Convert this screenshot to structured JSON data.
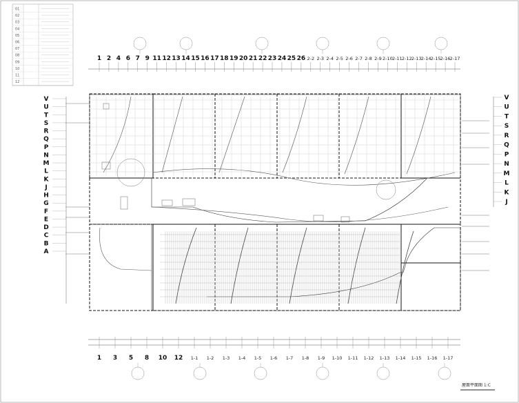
{
  "legend": {
    "codes": [
      "01",
      "02",
      "03",
      "04",
      "05",
      "06",
      "07",
      "08",
      "09",
      "10",
      "11",
      "12"
    ]
  },
  "axes": {
    "top_numbers": [
      "1",
      "2",
      "4",
      "6",
      "7",
      "9",
      "11",
      "12",
      "13",
      "14",
      "15",
      "16",
      "17",
      "18",
      "19",
      "20",
      "21",
      "22",
      "23",
      "24",
      "25",
      "26",
      "2-2",
      "2-3",
      "2-4",
      "2-5",
      "2-6",
      "2-7",
      "2-8",
      "2-9",
      "2-10",
      "2-11",
      "2-12",
      "2-13",
      "2-14",
      "2-15",
      "2-16",
      "2-17"
    ],
    "bottom_numbers": [
      "1",
      "3",
      "5",
      "8",
      "10",
      "12",
      "1-1",
      "1-2",
      "1-3",
      "1-4",
      "1-5",
      "1-6",
      "1-7",
      "1-8",
      "1-9",
      "1-10",
      "1-11",
      "1-12",
      "1-13",
      "1-14",
      "1-15",
      "1-16",
      "1-17"
    ],
    "left_letters": [
      "V",
      "U",
      "T",
      "S",
      "R",
      "Q",
      "P",
      "N",
      "M",
      "L",
      "K",
      "J",
      "H",
      "G",
      "F",
      "E",
      "D",
      "C",
      "B",
      "A"
    ],
    "right_letters": [
      "V",
      "U",
      "T",
      "S",
      "R",
      "Q",
      "P",
      "N",
      "M",
      "L",
      "K",
      "J"
    ]
  },
  "title_block": {
    "drawing_title": "屋面平面图 1:C"
  }
}
